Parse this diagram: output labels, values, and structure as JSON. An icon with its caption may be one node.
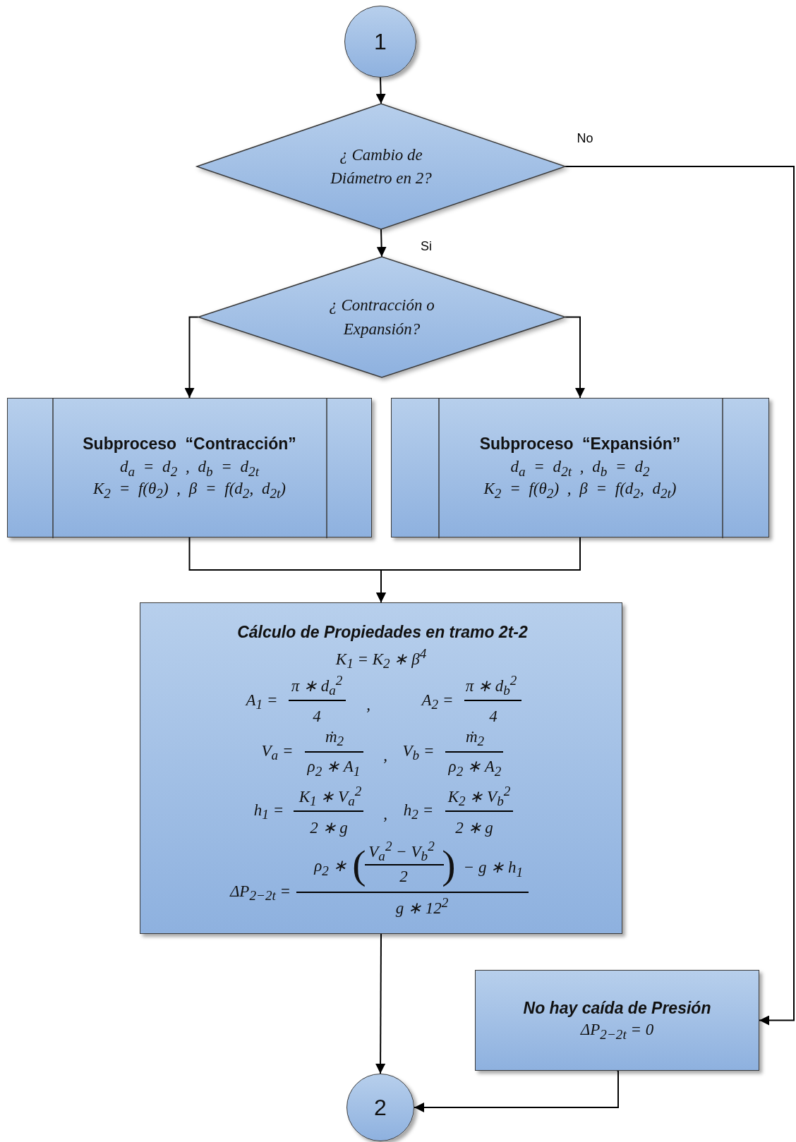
{
  "diagram": {
    "nodes": [
      {
        "text": [
          "1"
        ]
      },
      {
        "text": [
          "¿ Cambio de Diámetro en 2?"
        ]
      },
      {
        "text": [
          "¿ Contracción o Expansión?"
        ]
      },
      {
        "text": [
          "Subproceso “Contracción”",
          "d$_{a}$ = d$_{2}$ , d$_{b}$ = d$_{2t}$",
          "K$_{2}$ = f(θ$_{2}$) , β = f(d$_{2}$, d$_{2t}$)"
        ]
      },
      {
        "text": [
          "Subproceso “Expansión”",
          "d$_{a}$ = d$_{2t}$ , d$_{b}$ = d$_{2}$",
          "K$_{2}$ = f(θ$_{2}$) , β = f(d$_{2}$, d$_{2t}$)"
        ]
      },
      {
        "text": [
          "Cálculo de Propiedades en tramo 2t-2",
          "K$_{1}$ = K$_{2}$ ∗ β$^{4}$",
          "A$_{1}$ =",
          "π ∗ d$_{a}$$^{2}$",
          "4",
          ",",
          "A$_{2}$ =",
          "π ∗ d$_{b}$$^{2}$",
          "4",
          "V$_{a}$ =",
          "ṁ$_{2}$",
          "ρ$_{2}$ ∗ A$_{1}$",
          ",",
          "V$_{b}$ =",
          "ṁ$_{2}$",
          "ρ$_{2}$ ∗ A$_{2}$",
          "h$_{1}$ =",
          "K$_{1}$ ∗ V$_{a}$$^{2}$",
          "2 ∗ g",
          ",",
          "h$_{2}$ =",
          "K$_{2}$ ∗ V$_{b}$$^{2}$",
          "2 ∗ g",
          "ΔP$_{2−2t}$ =",
          "ρ$_{2}$ ∗",
          "(",
          "V$_{a}$$^{2}$ − V$_{b}$$^{2}$",
          "2",
          ")",
          "− g ∗ h$_{1}$",
          "g ∗ 12$^{2}$"
        ]
      },
      {
        "text": [
          "No hay caída de Presión",
          "ΔP$_{2−2t}$ = 0"
        ]
      },
      {
        "text": [
          "2"
        ]
      }
    ],
    "edges": [
      {
        "from": 0,
        "to": 1,
        "arrow": "to"
      },
      {
        "from": 1,
        "to": 2,
        "arrow": "to",
        "label": "Si"
      },
      {
        "from": 1,
        "to": 6,
        "arrow": "to",
        "label": "No"
      },
      {
        "from": 2,
        "to": 3,
        "arrow": "to"
      },
      {
        "from": 2,
        "to": 4,
        "arrow": "to"
      },
      {
        "from": 3,
        "to": 5,
        "arrow": "to"
      },
      {
        "from": 4,
        "to": 5,
        "arrow": "to"
      },
      {
        "from": 5,
        "to": 7,
        "arrow": "to"
      },
      {
        "from": 6,
        "to": 7,
        "arrow": "to"
      }
    ]
  }
}
